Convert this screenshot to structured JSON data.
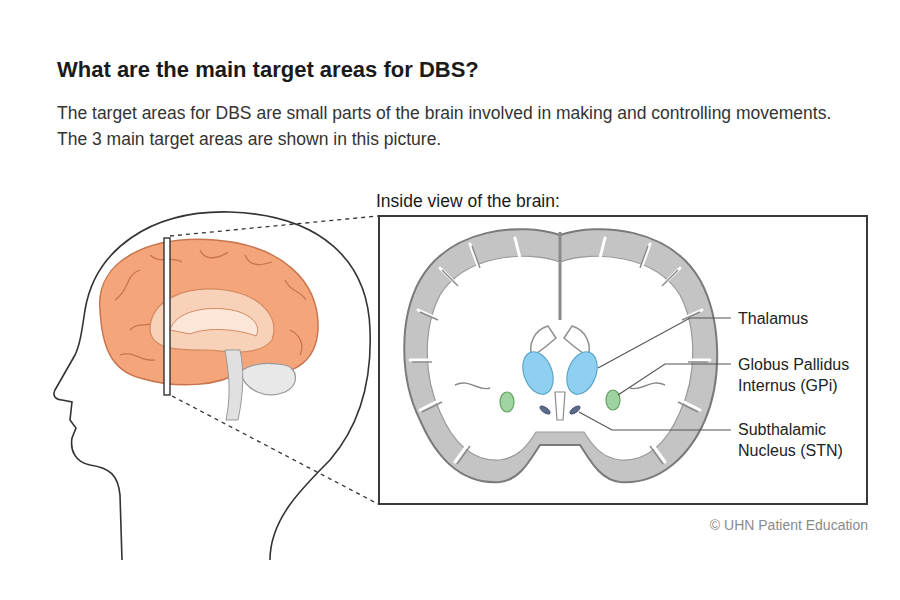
{
  "diagram": {
    "title": "What are the main target areas for DBS?",
    "caption": "The target areas for DBS are small parts of the brain involved in making and controlling movements. The 3 main target areas are shown in this picture.",
    "nodes": [
      {
        "text": [
          "Inside view of the brain:"
        ]
      }
    ],
    "labels": [
      "Thalamus",
      "Globus Pallidus Internus (GPi)",
      "Subthalamic Nucleus (STN)",
      "© UHN Patient Education"
    ]
  }
}
